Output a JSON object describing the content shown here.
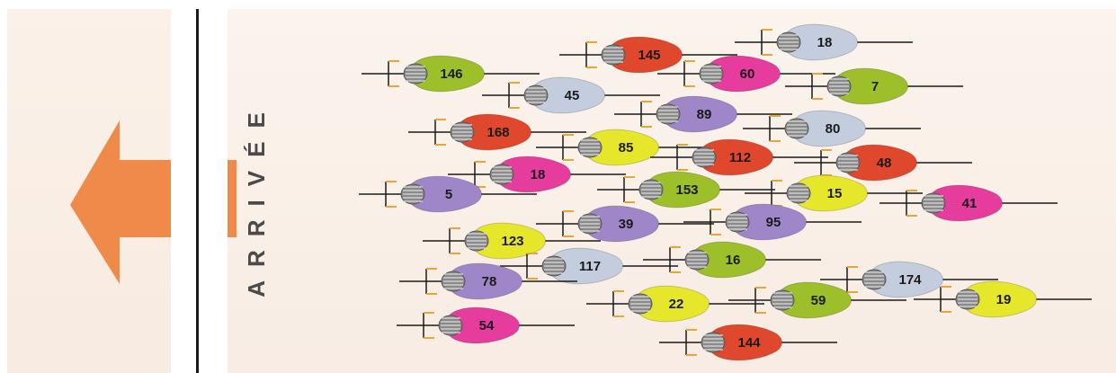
{
  "finish_label": "ARRIVÉE",
  "colors": {
    "arrow": "#f08a4b",
    "finish_line": "#1a1a1a",
    "background": "#fbf1e8"
  },
  "riders": [
    {
      "number": "146",
      "color": "#9cbf2a"
    },
    {
      "number": "145",
      "color": "#e0482e"
    },
    {
      "number": "18",
      "color": "#c3cddd"
    },
    {
      "number": "60",
      "color": "#e53c9d"
    },
    {
      "number": "7",
      "color": "#9cbf2a"
    },
    {
      "number": "45",
      "color": "#c3cddd"
    },
    {
      "number": "89",
      "color": "#9e86c9"
    },
    {
      "number": "168",
      "color": "#e0482e"
    },
    {
      "number": "80",
      "color": "#c3cddd"
    },
    {
      "number": "85",
      "color": "#e6e62a"
    },
    {
      "number": "112",
      "color": "#e0482e"
    },
    {
      "number": "48",
      "color": "#e0482e"
    },
    {
      "number": "18",
      "color": "#e53c9d"
    },
    {
      "number": "5",
      "color": "#9e86c9"
    },
    {
      "number": "153",
      "color": "#9cbf2a"
    },
    {
      "number": "15",
      "color": "#e6e62a"
    },
    {
      "number": "41",
      "color": "#e53c9d"
    },
    {
      "number": "39",
      "color": "#9e86c9"
    },
    {
      "number": "95",
      "color": "#9e86c9"
    },
    {
      "number": "123",
      "color": "#e6e62a"
    },
    {
      "number": "117",
      "color": "#c3cddd"
    },
    {
      "number": "16",
      "color": "#9cbf2a"
    },
    {
      "number": "78",
      "color": "#9e86c9"
    },
    {
      "number": "174",
      "color": "#c3cddd"
    },
    {
      "number": "22",
      "color": "#e6e62a"
    },
    {
      "number": "59",
      "color": "#9cbf2a"
    },
    {
      "number": "19",
      "color": "#e6e62a"
    },
    {
      "number": "54",
      "color": "#e53c9d"
    },
    {
      "number": "144",
      "color": "#e0482e"
    }
  ]
}
